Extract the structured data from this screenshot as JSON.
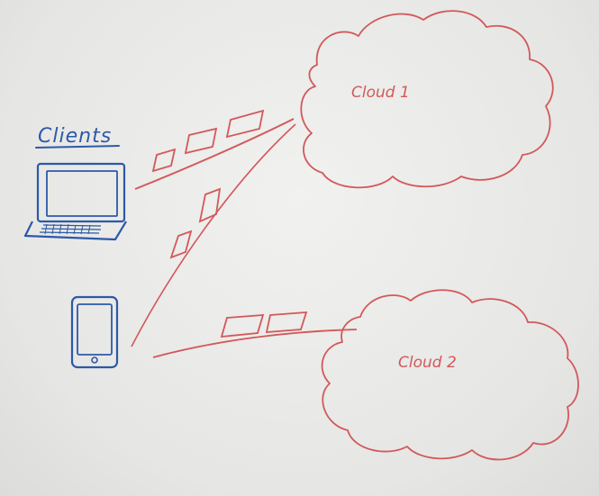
{
  "labels": {
    "clients": "Clients",
    "cloud1": "Cloud 1",
    "cloud2": "Cloud 2"
  },
  "colors": {
    "marker_red": "#d2585a",
    "marker_blue": "#2c59a8",
    "board": "#ececea"
  },
  "icons": {
    "laptop": "laptop-icon",
    "phone": "phone-icon",
    "cloud": "cloud-icon",
    "packet": "packet-icon"
  }
}
